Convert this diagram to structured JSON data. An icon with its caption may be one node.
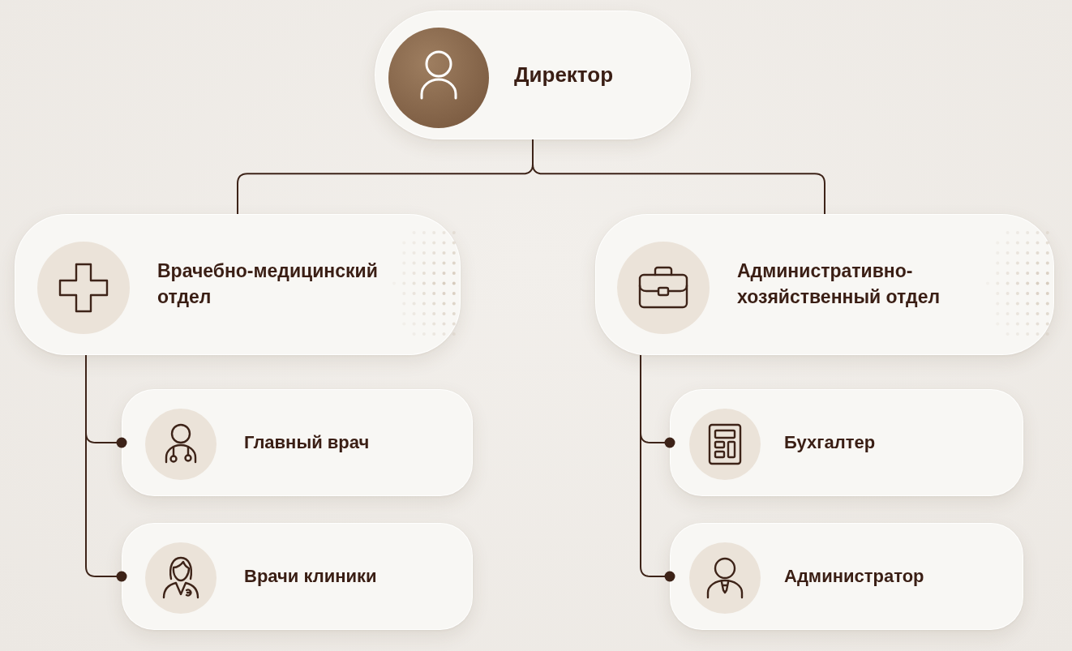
{
  "diagram": {
    "nodes": [
      {
        "text": [
          "Директор"
        ]
      },
      {
        "text": [
          "Врачебно-медицинский отдел"
        ]
      },
      {
        "text": [
          "Административно-хозяйственный отдел"
        ]
      },
      {
        "text": [
          "Главный врач"
        ]
      },
      {
        "text": [
          "Врачи клиники"
        ]
      },
      {
        "text": [
          "Бухгалтер"
        ]
      },
      {
        "text": [
          "Администратор"
        ]
      }
    ],
    "edges": [
      {
        "from": 0,
        "to": 1,
        "arrow": "none"
      },
      {
        "from": 0,
        "to": 2,
        "arrow": "none"
      },
      {
        "from": 1,
        "to": 3,
        "arrow": "other"
      },
      {
        "from": 1,
        "to": 4,
        "arrow": "other"
      },
      {
        "from": 2,
        "to": 5,
        "arrow": "other"
      },
      {
        "from": 2,
        "to": 6,
        "arrow": "other"
      }
    ]
  }
}
